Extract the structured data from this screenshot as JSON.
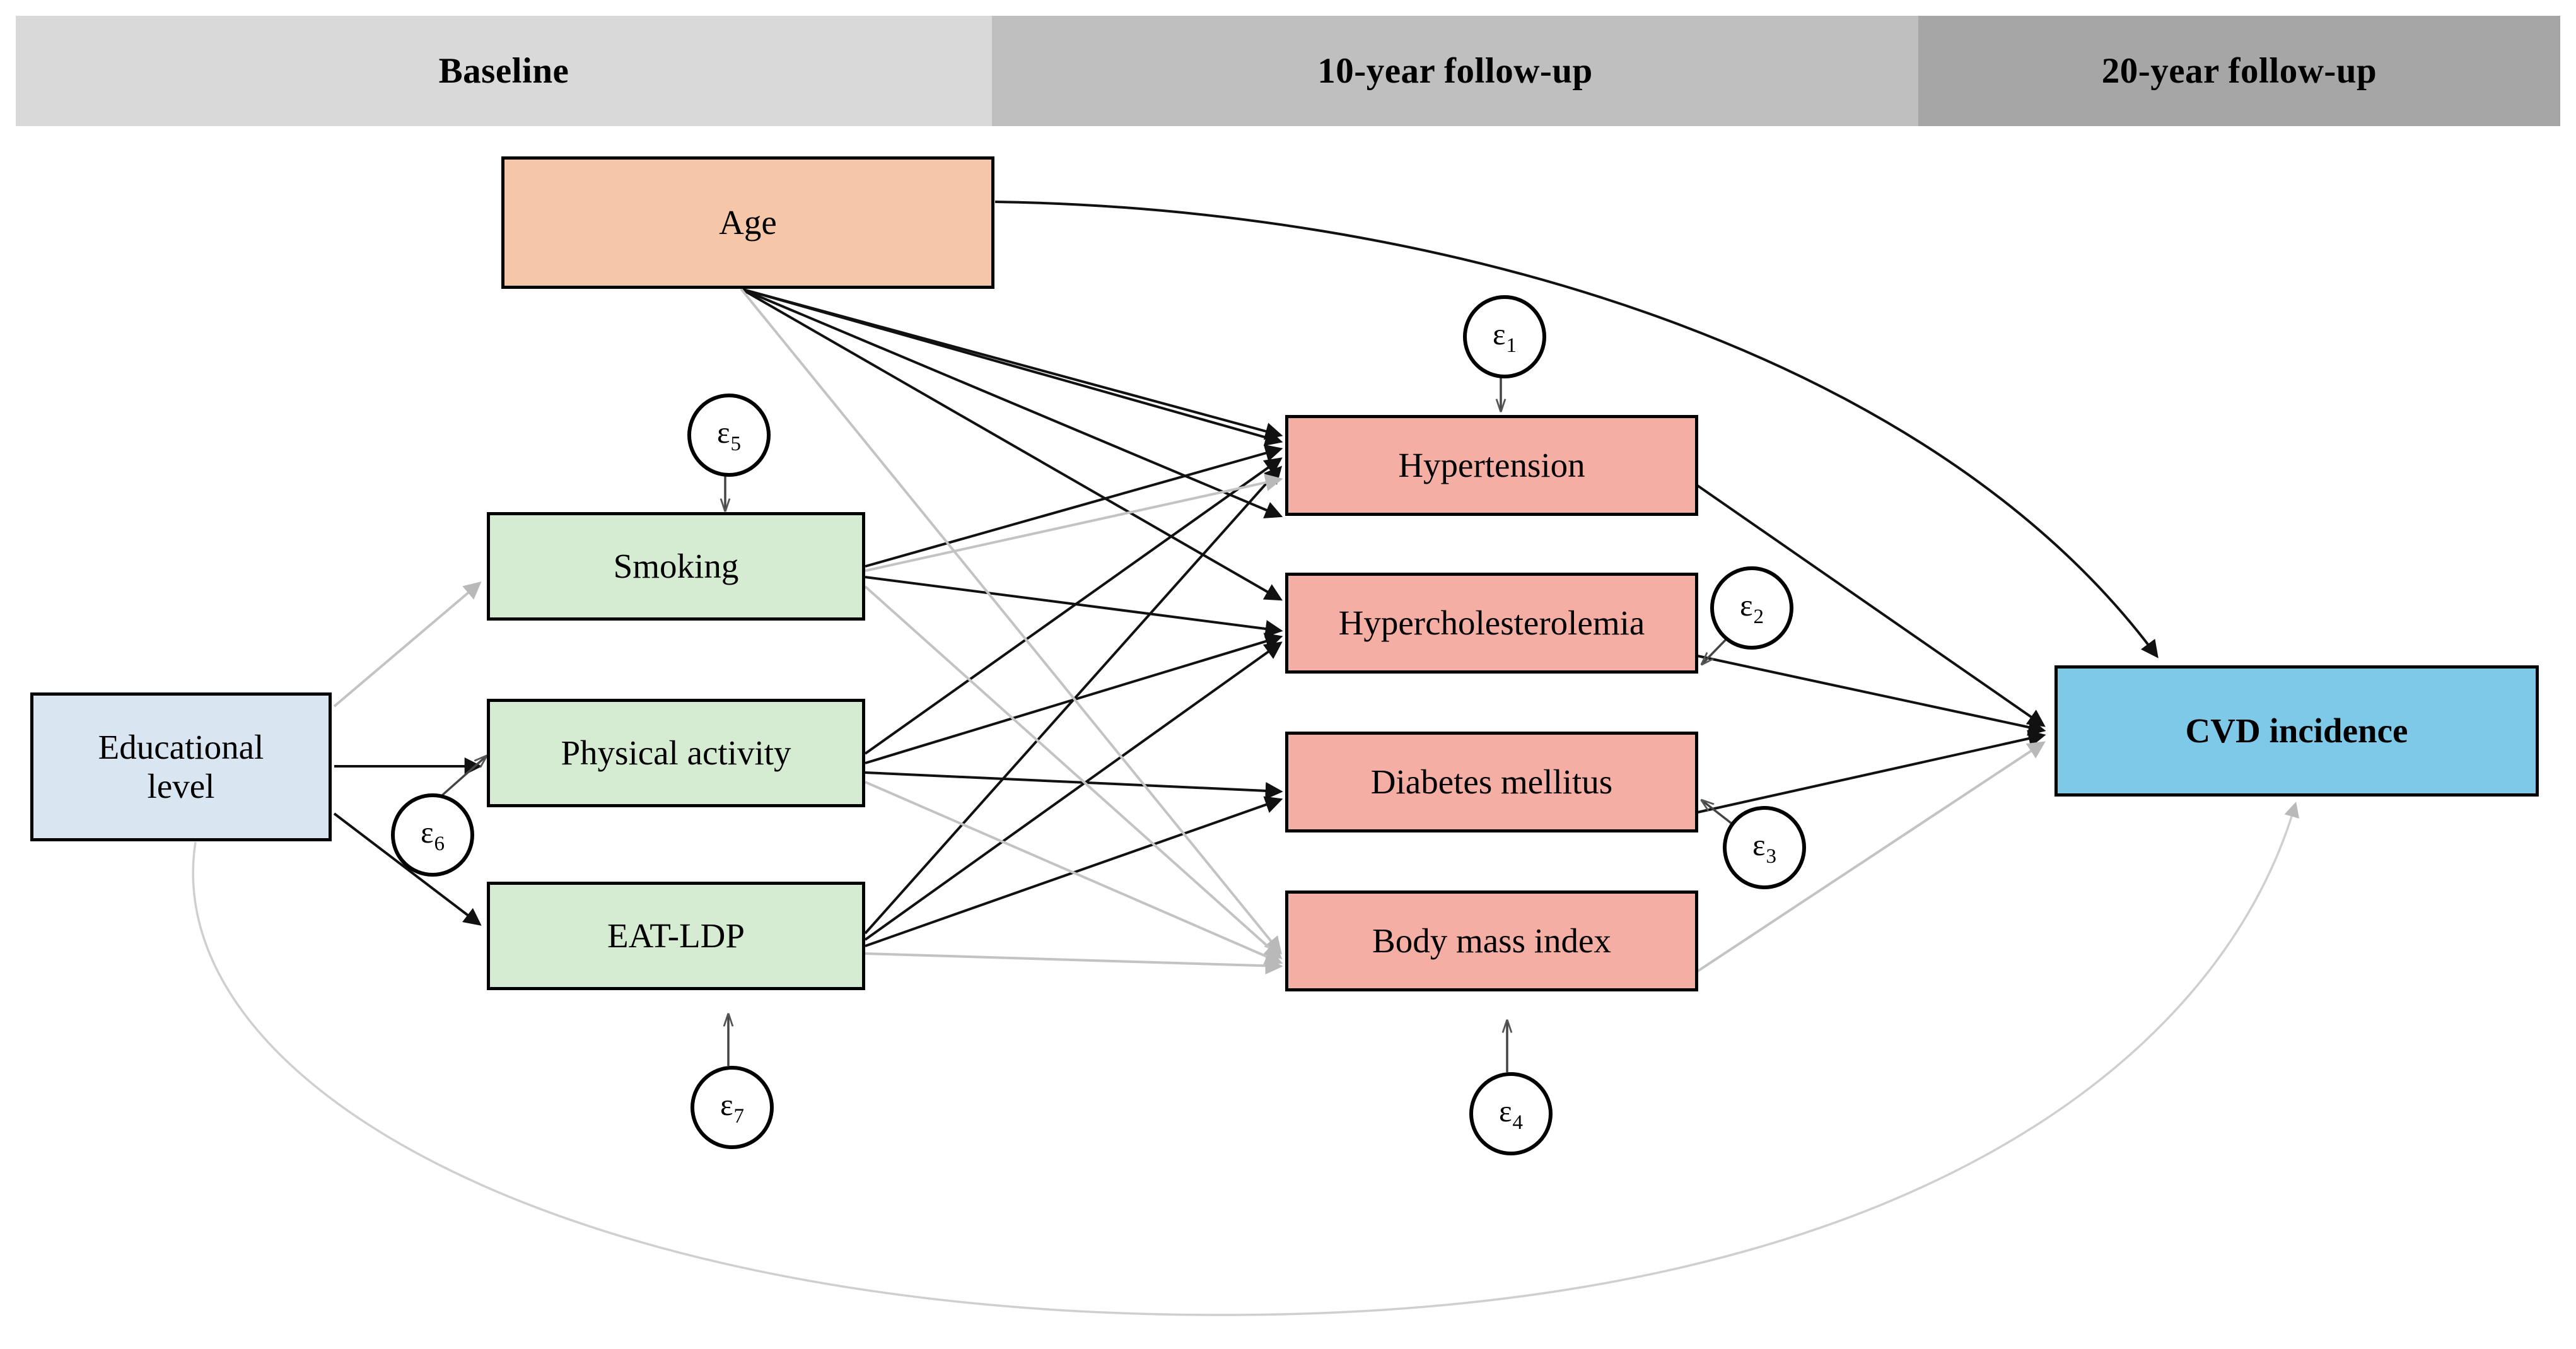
{
  "header": {
    "bands": [
      {
        "id": "baseline",
        "label": "Baseline",
        "color": "#d9d9d9"
      },
      {
        "id": "followup10",
        "label": "10-year follow-up",
        "color": "#bfbfbf"
      },
      {
        "id": "followup20",
        "label": "20-year follow-up",
        "color": "#a6a6a6"
      }
    ]
  },
  "nodes": {
    "age": {
      "label": "Age",
      "color": "#f6c6a8",
      "column": "baseline"
    },
    "education": {
      "label": "Educational\nlevel",
      "line1": "Educational",
      "line2": "level",
      "color": "#dae5f2",
      "column": "baseline"
    },
    "smoking": {
      "label": "Smoking",
      "color": "#d6ecd2",
      "column": "baseline"
    },
    "physical": {
      "label": "Physical activity",
      "color": "#d6ecd2",
      "column": "baseline"
    },
    "eatldp": {
      "label": "EAT-LDP",
      "color": "#d6ecd2",
      "column": "baseline"
    },
    "hypertension": {
      "label": "Hypertension",
      "color": "#f5aea4",
      "column": "followup10"
    },
    "hypercholesterolemia": {
      "label": "Hypercholesterolemia",
      "color": "#f5aea4",
      "column": "followup10"
    },
    "diabetes": {
      "label": "Diabetes mellitus",
      "color": "#f5aea4",
      "column": "followup10"
    },
    "bmi": {
      "label": "Body mass index",
      "color": "#f5aea4",
      "column": "followup10"
    },
    "cvd": {
      "label": "CVD incidence",
      "color": "#7ec8e8",
      "column": "followup20",
      "bold": true
    }
  },
  "errors": [
    {
      "id": "e1",
      "symbol": "ε",
      "subscript": "1",
      "target": "hypertension"
    },
    {
      "id": "e2",
      "symbol": "ε",
      "subscript": "2",
      "target": "hypercholesterolemia"
    },
    {
      "id": "e3",
      "symbol": "ε",
      "subscript": "3",
      "target": "diabetes"
    },
    {
      "id": "e4",
      "symbol": "ε",
      "subscript": "4",
      "target": "bmi"
    },
    {
      "id": "e5",
      "symbol": "ε",
      "subscript": "5",
      "target": "smoking"
    },
    {
      "id": "e6",
      "symbol": "ε",
      "subscript": "6",
      "target": "physical"
    },
    {
      "id": "e7",
      "symbol": "ε",
      "subscript": "7",
      "target": "eatldp"
    }
  ],
  "colors": {
    "band_light": "#d9d9d9",
    "band_mid": "#bfbfbf",
    "band_dark": "#a6a6a6",
    "age_fill": "#f6c6a8",
    "education_fill": "#dae5f2",
    "mediator_fill": "#d6ecd2",
    "morbidity_fill": "#f5aea4",
    "outcome_fill": "#7ec8e8",
    "edge_strong": "#1a1a1a",
    "edge_faint": "#bdbdbd",
    "border": "#000000"
  }
}
